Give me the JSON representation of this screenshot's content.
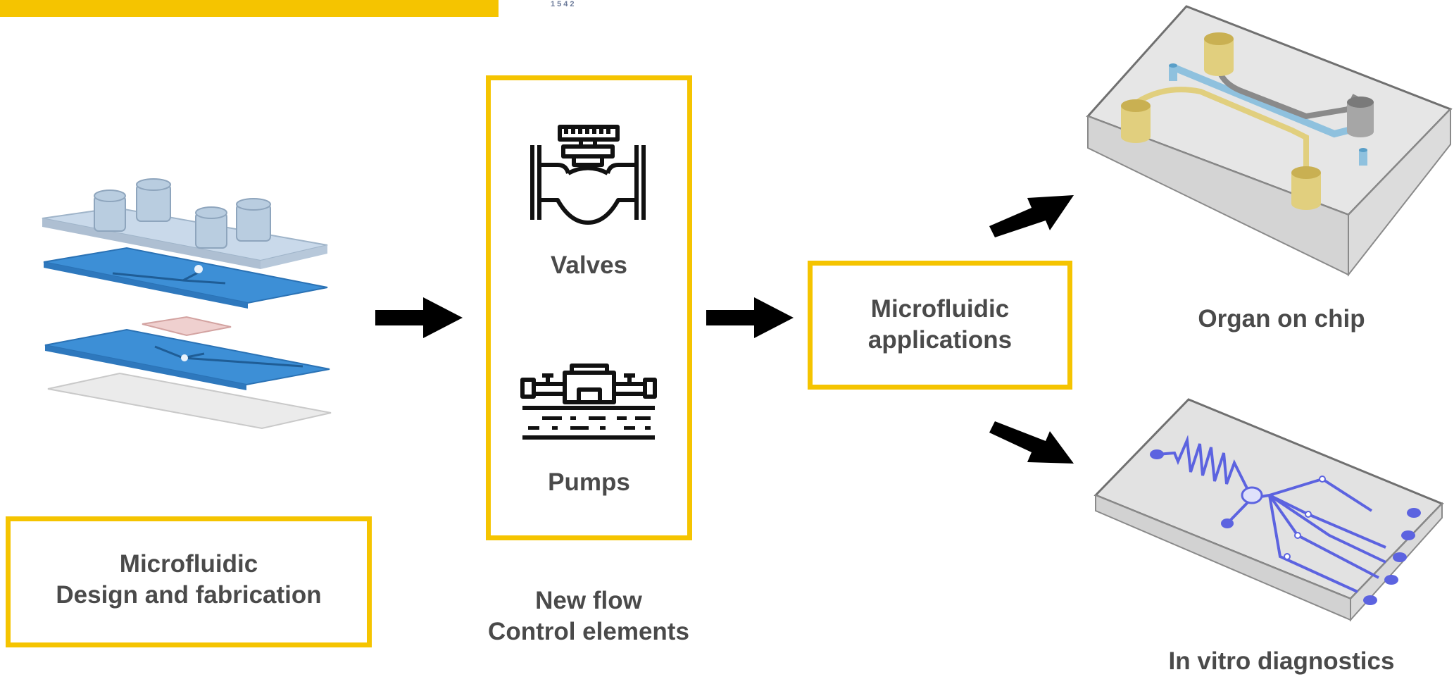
{
  "header": {
    "page_number": "1542"
  },
  "fabrication": {
    "title_line1": "Microfluidic",
    "title_line2": "Design and fabrication"
  },
  "control": {
    "valves_label": "Valves",
    "pumps_label": "Pumps",
    "caption_line1": "New flow",
    "caption_line2": "Control elements"
  },
  "applications": {
    "line1": "Microfluidic",
    "line2": "applications"
  },
  "outputs": {
    "organ_on_chip": "Organ on chip",
    "in_vitro": "In vitro diagnostics"
  },
  "colors": {
    "accent_yellow": "#F5C400",
    "text_gray": "#4a4a4a",
    "layer_blue": "#3D8FD6",
    "channel_purple": "#5C63E0"
  }
}
